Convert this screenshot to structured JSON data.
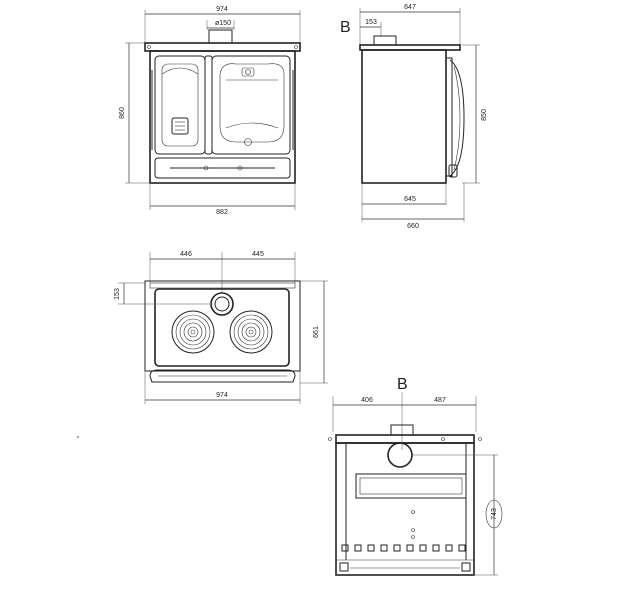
{
  "front_view": {
    "dim_top_width": "974",
    "dim_flue_diameter": "ø150",
    "dim_height": "860",
    "dim_bottom_width": "882"
  },
  "side_view": {
    "marker": "B",
    "dim_flue_offset": "153",
    "dim_top_depth": "647",
    "dim_height": "850",
    "dim_bottom_depth_inner": "645",
    "dim_bottom_depth_outer": "660"
  },
  "top_view": {
    "dim_left": "446",
    "dim_right": "445",
    "dim_flue_offset": "153",
    "dim_depth": "661",
    "dim_width": "974"
  },
  "rear_view": {
    "marker": "B",
    "dim_left": "406",
    "dim_right": "487",
    "dim_height": "743"
  }
}
